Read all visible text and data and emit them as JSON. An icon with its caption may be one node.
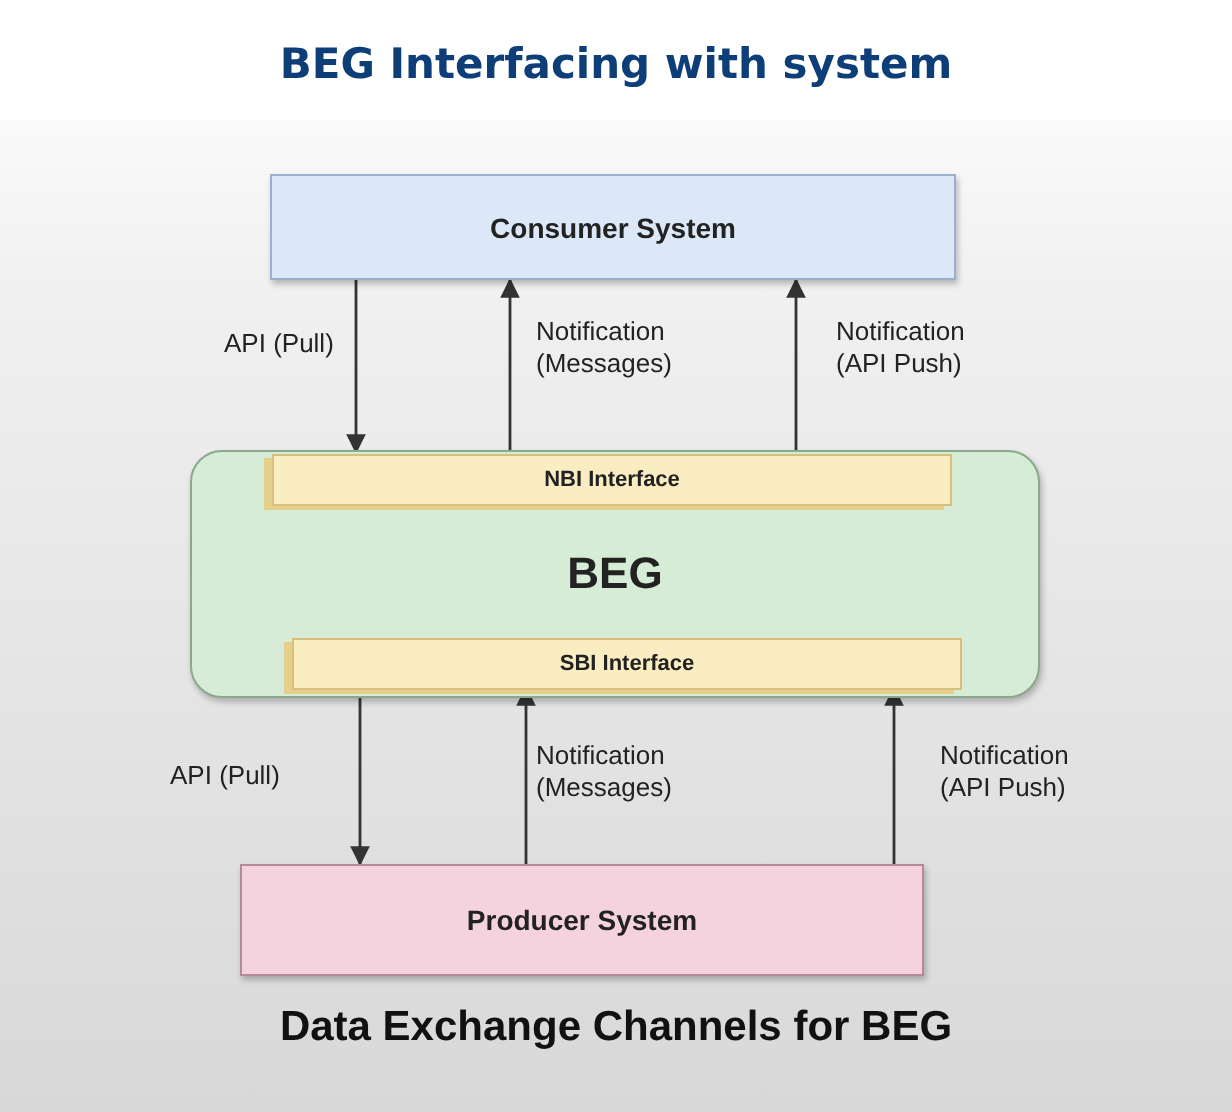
{
  "diagram": {
    "title": "BEG Interfacing with system",
    "caption": "Data Exchange Channels for BEG",
    "nodes": [
      {
        "text": [
          "Consumer System"
        ]
      },
      {
        "text": [
          "BEG"
        ]
      },
      {
        "text": [
          "NBI Interface"
        ],
        "in": 1
      },
      {
        "text": [
          "SBI Interface"
        ],
        "in": 1
      },
      {
        "text": [
          "Producer System"
        ]
      }
    ],
    "edges": [
      {
        "from": 0,
        "to": 2,
        "arrow": "to",
        "label": "API (Pull)"
      },
      {
        "from": 2,
        "to": 0,
        "arrow": "to",
        "label": "Notification (Messages)"
      },
      {
        "from": 2,
        "to": 0,
        "arrow": "to",
        "label": "Notification (API Push)"
      },
      {
        "from": 3,
        "to": 4,
        "arrow": "to",
        "label": "API (Pull)"
      },
      {
        "from": 4,
        "to": 3,
        "arrow": "to",
        "label": "Notification (Messages)"
      },
      {
        "from": 4,
        "to": 3,
        "arrow": "to",
        "label": "Notification (API Push)"
      }
    ]
  }
}
